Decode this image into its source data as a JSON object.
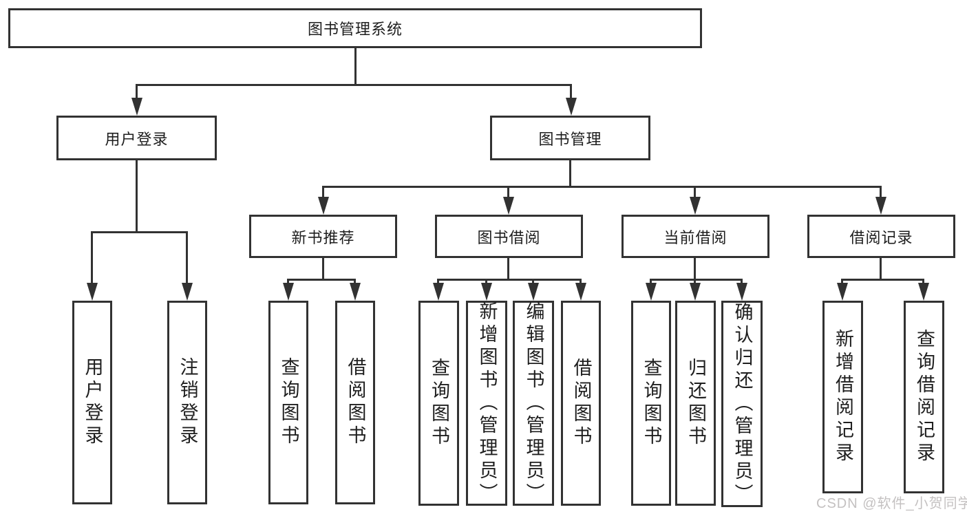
{
  "diagram_type": "hierarchy-tree",
  "colors": {
    "line": "#323232",
    "text": "#1e1e1e",
    "watermark": "#c4c1c1",
    "background": "#ffffff"
  },
  "tree": {
    "label": "图书管理系统",
    "children": [
      {
        "label": "用户登录",
        "children": [
          {
            "label": "用户登录"
          },
          {
            "label": "注销登录"
          }
        ]
      },
      {
        "label": "图书管理",
        "children": [
          {
            "label": "新书推荐",
            "children": [
              {
                "label": "查询图书"
              },
              {
                "label": "借阅图书"
              }
            ]
          },
          {
            "label": "图书借阅",
            "children": [
              {
                "label": "查询图书"
              },
              {
                "label": "新增图书（管理员）"
              },
              {
                "label": "编辑图书（管理员）"
              },
              {
                "label": "借阅图书"
              }
            ]
          },
          {
            "label": "当前借阅",
            "children": [
              {
                "label": "查询图书"
              },
              {
                "label": "归还图书"
              },
              {
                "label": "确认归还（管理员）"
              }
            ]
          },
          {
            "label": "借阅记录",
            "children": [
              {
                "label": "新增借阅记录"
              },
              {
                "label": "查询借阅记录"
              }
            ]
          }
        ]
      }
    ]
  },
  "watermark": {
    "text": "CSDN @软件_小贺同学"
  }
}
